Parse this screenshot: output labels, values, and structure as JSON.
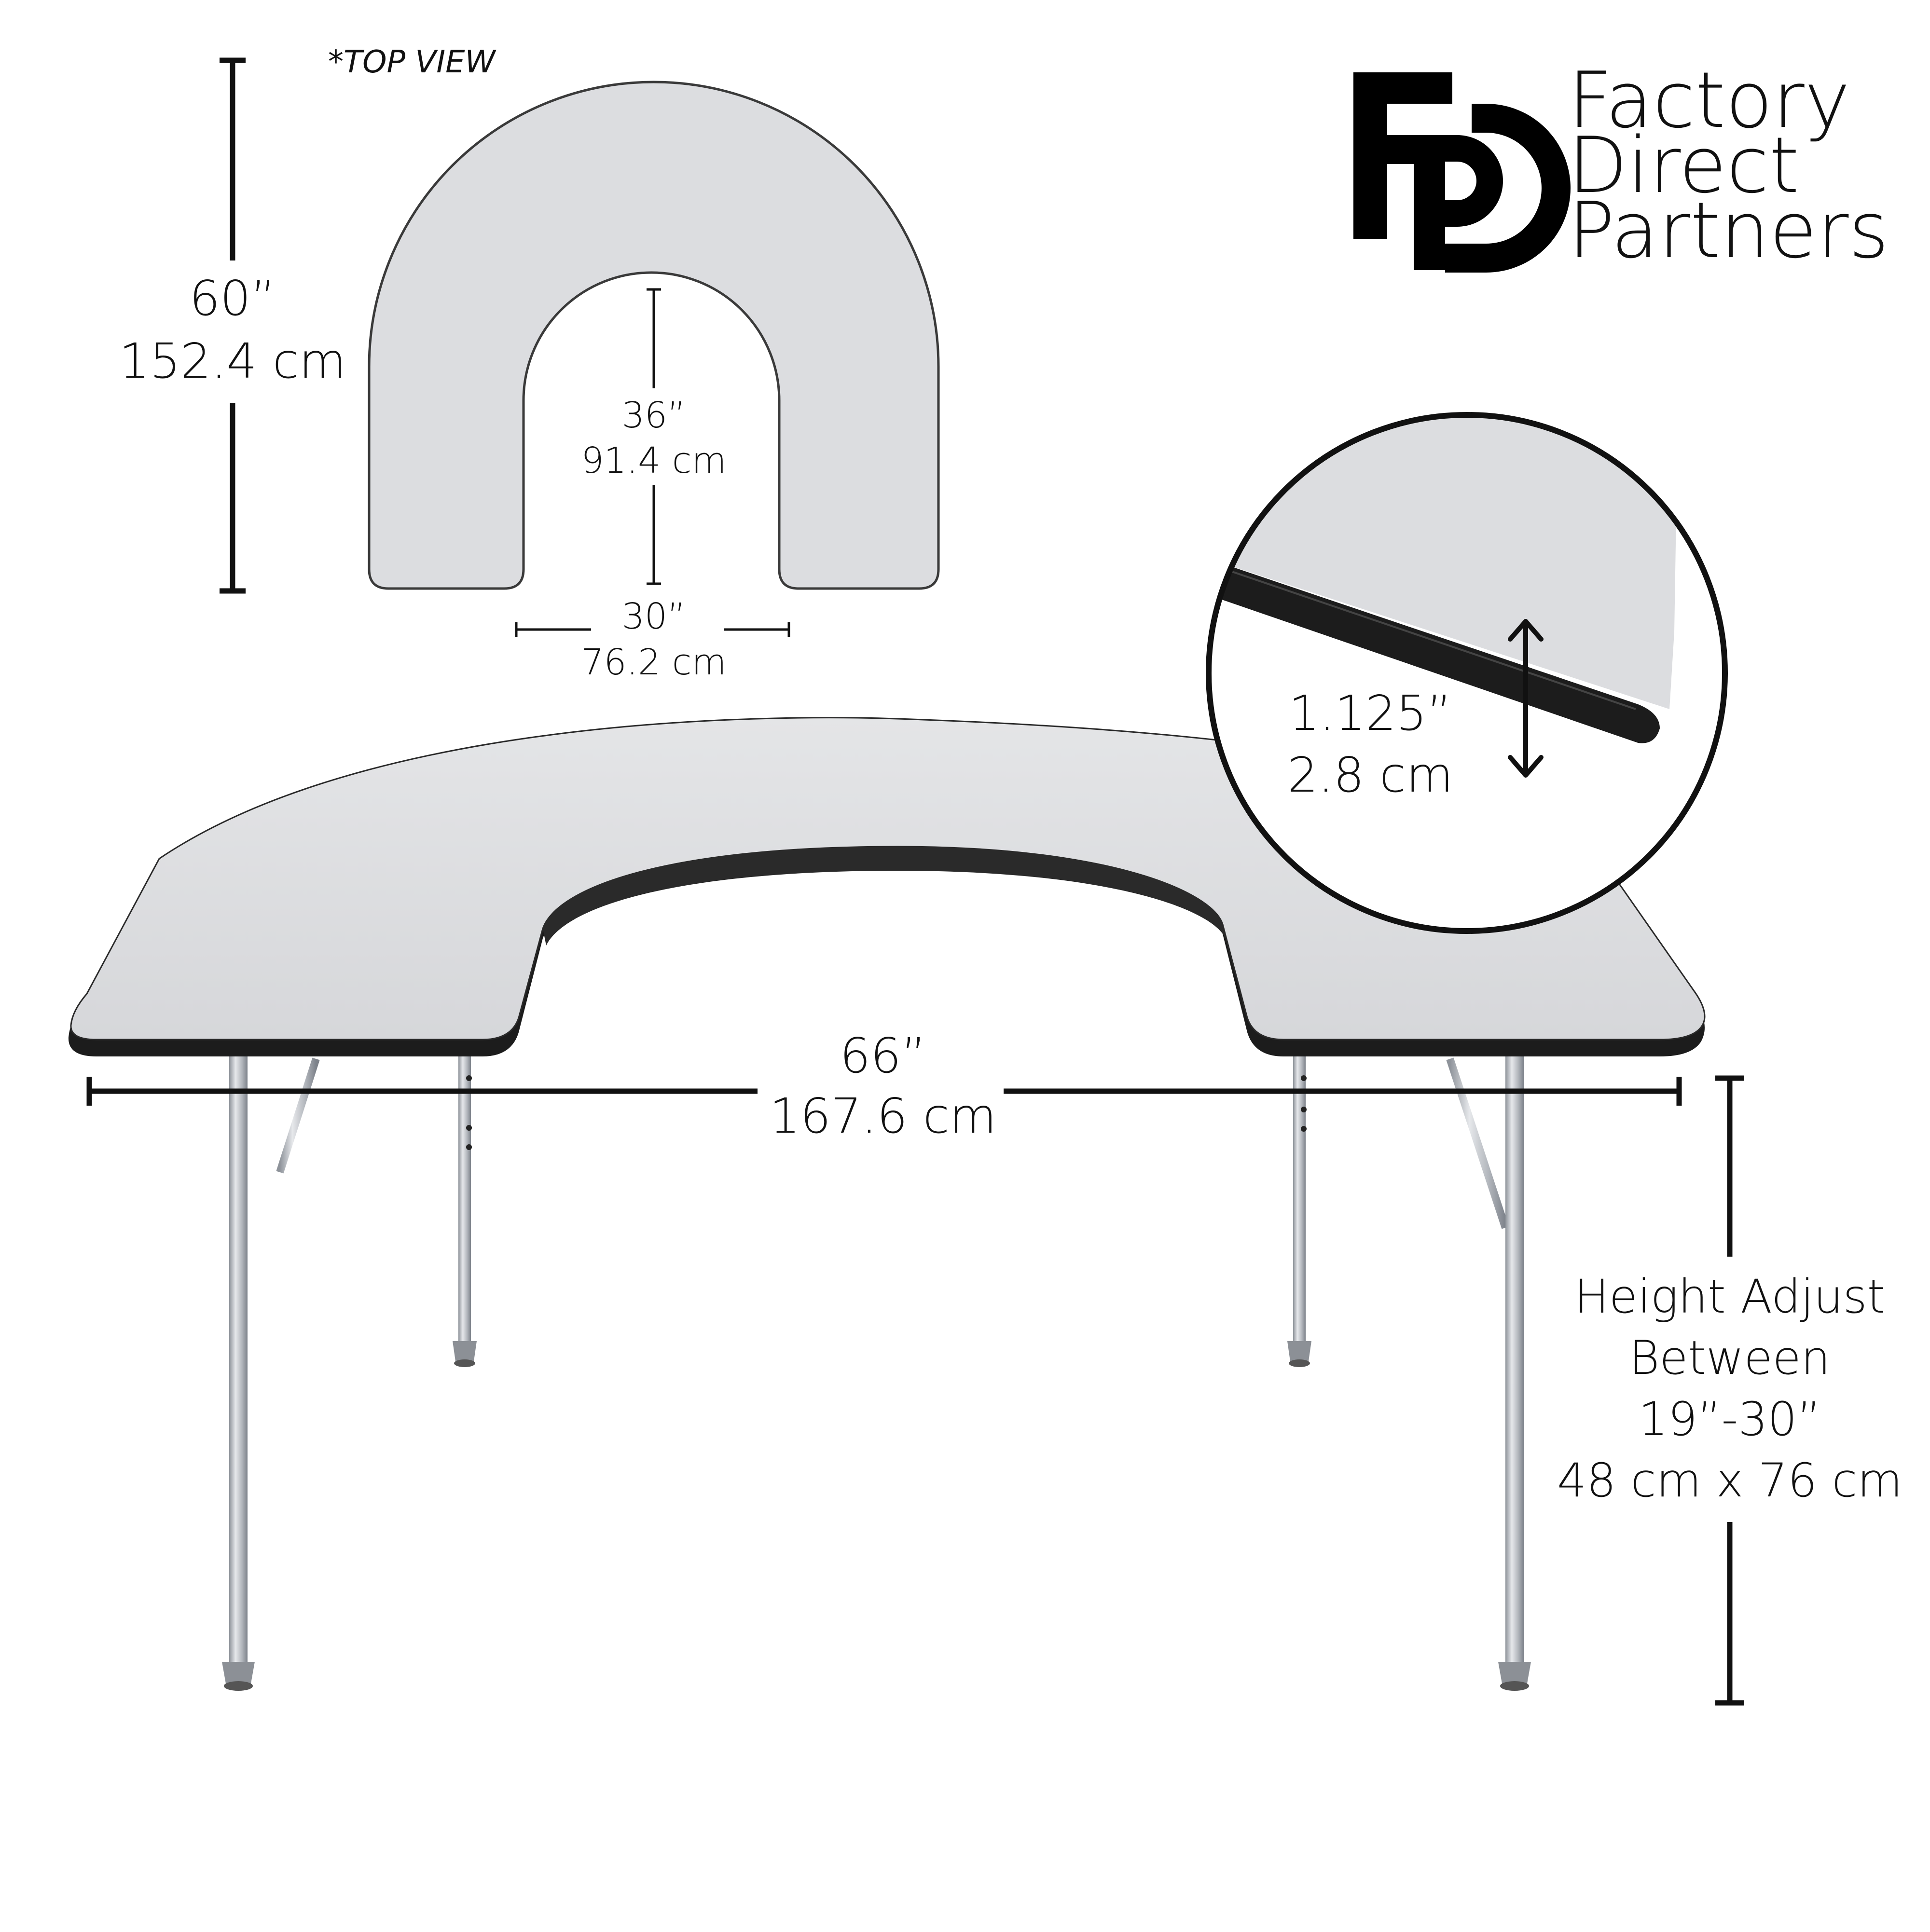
{
  "top_view": {
    "label": "*TOP VIEW",
    "depth_in": "60”",
    "depth_cm": "152.4 cm",
    "inner_depth_in": "36”",
    "inner_depth_cm": "91.4 cm",
    "inner_width_in": "30”",
    "inner_width_cm": "76.2 cm"
  },
  "brand": {
    "logo_letters": "FDP",
    "line1": "Factory",
    "line2": "Direct",
    "line3": "Partners"
  },
  "edge_detail": {
    "thickness_in": "1.125”",
    "thickness_cm": "2.8 cm"
  },
  "table": {
    "width_in": "66”",
    "width_cm": "167.6 cm"
  },
  "height_adjust": {
    "line1": "Height Adjust",
    "line2": "Between",
    "line3": "19”-30”",
    "line4": "48 cm x 76 cm"
  },
  "colors": {
    "surface": "#dcdde0",
    "edge": "#1c1c1c",
    "leg": "#b8bcc2",
    "ink": "#111111"
  }
}
